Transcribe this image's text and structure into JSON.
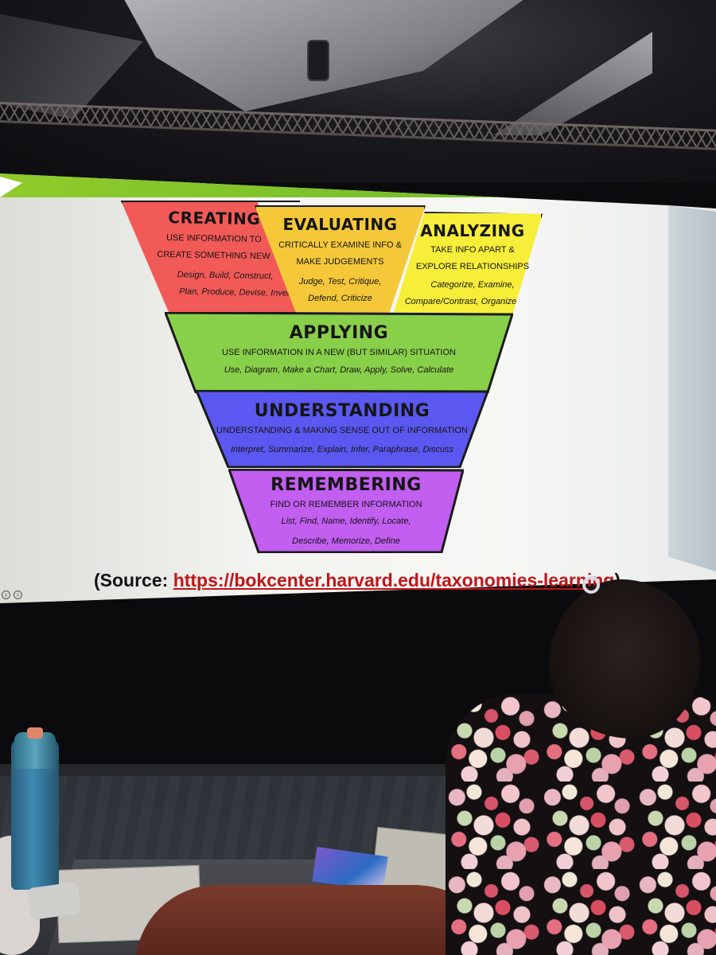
{
  "pyramid": {
    "creating": {
      "title": "CREATING",
      "desc1": "USE INFORMATION TO",
      "desc2": "CREATE SOMETHING NEW",
      "ex1": "Design, Build, Construct,",
      "ex2": "Plan, Produce, Devise, Invent",
      "color": "#f25a57"
    },
    "evaluating": {
      "title": "EVALUATING",
      "desc1": "CRITICALLY EXAMINE INFO &",
      "desc2": "MAKE JUDGEMENTS",
      "ex1": "Judge, Test, Critique,",
      "ex2": "Defend, Criticize",
      "color": "#f5c83a"
    },
    "analyzing": {
      "title": "ANALYZING",
      "desc1": "TAKE INFO APART &",
      "desc2": "EXPLORE RELATIONSHIPS",
      "ex1": "Categorize, Examine,",
      "ex2": "Compare/Contrast, Organize",
      "color": "#f7ee3a"
    },
    "applying": {
      "title": "APPLYING",
      "desc": "USE INFORMATION IN A NEW (BUT SIMILAR) SITUATION",
      "ex": "Use, Diagram, Make a Chart, Draw, Apply, Solve, Calculate",
      "color": "#88cf4a"
    },
    "understanding": {
      "title": "UNDERSTANDING",
      "desc": "UNDERSTANDING & MAKING SENSE OUT OF INFORMATION",
      "ex": "Interpret, Summarize, Explain, Infer, Paraphrase, Discuss",
      "color": "#5a58f0"
    },
    "remembering": {
      "title": "REMEMBERING",
      "desc": "FIND OR REMEMBER INFORMATION",
      "ex1": "List, Find, Name, Identify, Locate,",
      "ex2": "Describe, Memorize, Define",
      "color": "#c25ef0"
    }
  },
  "source": {
    "prefix": "(Source: ",
    "url": "https://bokcenter.harvard.edu/taxonomies-learning",
    "suffix": ")"
  },
  "nav": {
    "prev": "‹",
    "next": "›"
  },
  "colors": {
    "header_bar": "#7cc42a",
    "link": "#c0161b"
  }
}
